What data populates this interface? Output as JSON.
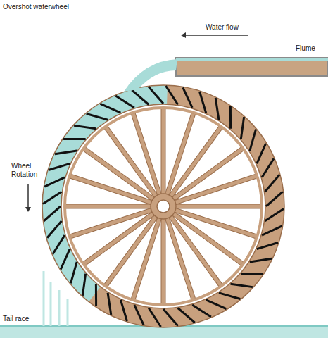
{
  "diagram": {
    "title": "Overshot waterwheel",
    "labels": [
      "Water flow",
      "Flume",
      "Wheel Rotation",
      "Tail race"
    ]
  }
}
